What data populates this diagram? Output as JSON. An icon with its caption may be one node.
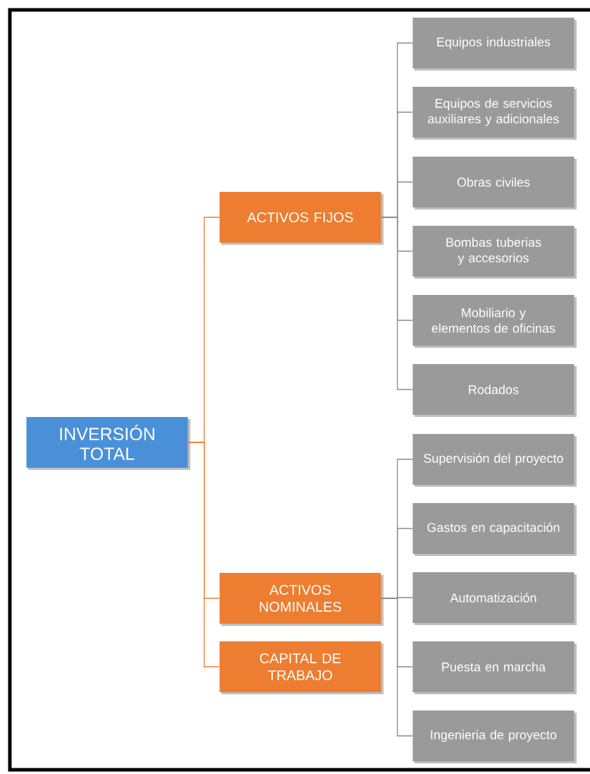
{
  "diagram": {
    "nodes": [
      {
        "text": [
          "INVERSIÓN TOTAL"
        ]
      },
      {
        "text": [
          "ACTIVOS FIJOS"
        ]
      },
      {
        "text": [
          "ACTIVOS NOMINALES"
        ]
      },
      {
        "text": [
          "CAPITAL DE TRABAJO"
        ]
      },
      {
        "text": [
          "Equipos industriales"
        ]
      },
      {
        "text": [
          "Equipos de servicios auxiliares y adicionales"
        ]
      },
      {
        "text": [
          "Obras civiles"
        ]
      },
      {
        "text": [
          "Bombas tuberias y accesorios"
        ]
      },
      {
        "text": [
          "Mobiliario y elementos de oficinas"
        ]
      },
      {
        "text": [
          "Rodados"
        ]
      },
      {
        "text": [
          "Supervisión del proyecto"
        ]
      },
      {
        "text": [
          "Gastos en capacitación"
        ]
      },
      {
        "text": [
          "Automatización"
        ]
      },
      {
        "text": [
          "Puesta en marcha"
        ]
      },
      {
        "text": [
          "Ingenieria de proyecto"
        ]
      }
    ],
    "edges": [
      {
        "from": 0,
        "to": 1,
        "arrow": "none",
        "color": "#ed7d31"
      },
      {
        "from": 0,
        "to": 2,
        "arrow": "none",
        "color": "#ed7d31"
      },
      {
        "from": 0,
        "to": 3,
        "arrow": "none",
        "color": "#ed7d31"
      },
      {
        "from": 1,
        "to": 4,
        "arrow": "none"
      },
      {
        "from": 1,
        "to": 5,
        "arrow": "none"
      },
      {
        "from": 1,
        "to": 6,
        "arrow": "none"
      },
      {
        "from": 1,
        "to": 7,
        "arrow": "none"
      },
      {
        "from": 1,
        "to": 8,
        "arrow": "none"
      },
      {
        "from": 1,
        "to": 9,
        "arrow": "none"
      },
      {
        "from": 2,
        "to": 10,
        "arrow": "none"
      },
      {
        "from": 2,
        "to": 11,
        "arrow": "none"
      },
      {
        "from": 2,
        "to": 12,
        "arrow": "none"
      },
      {
        "from": 2,
        "to": 13,
        "arrow": "none"
      },
      {
        "from": 2,
        "to": 14,
        "arrow": "none"
      }
    ]
  }
}
